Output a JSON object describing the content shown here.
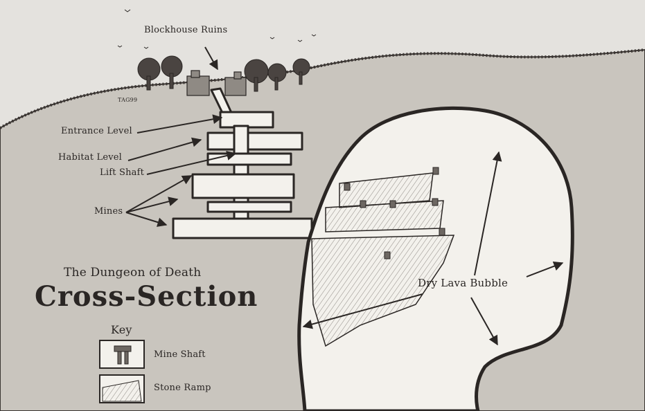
{
  "map": {
    "title": "The Dungeon of Death",
    "subtitle": "Cross-Section",
    "labels": {
      "blockhouse": "Blockhouse Ruins",
      "entrance": "Entrance Level",
      "habitat": "Habitat Level",
      "lift_shaft": "Lift Shaft",
      "mines": "Mines",
      "lava_bubble": "Dry Lava Bubble"
    },
    "signature": "TAG99",
    "key": {
      "heading": "Key",
      "items": [
        {
          "label": "Mine Shaft",
          "icon": "mine-shaft-icon"
        },
        {
          "label": "Stone Ramp",
          "icon": "stone-ramp-icon"
        }
      ]
    }
  },
  "colors": {
    "paper": "#d8d5cf",
    "ground": "#c9c5be",
    "ink": "#2a2624",
    "cavity": "#f3f1ec"
  }
}
